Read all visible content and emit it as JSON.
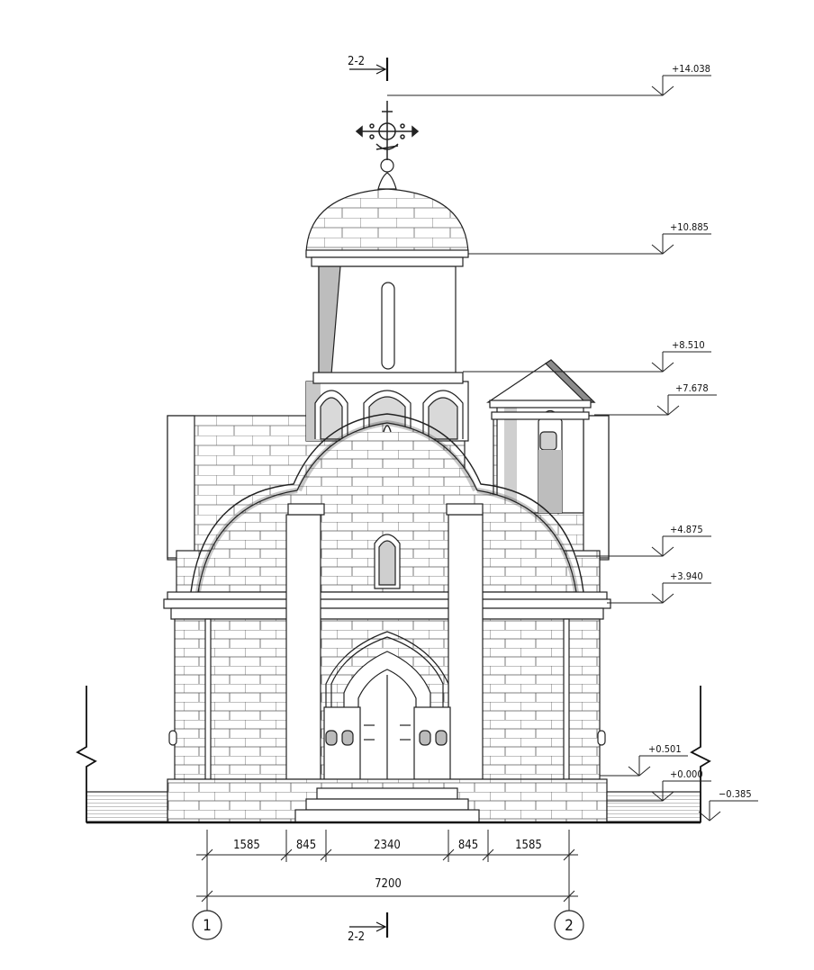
{
  "section_marks": {
    "top": "2-2",
    "bottom": "2-2"
  },
  "levels": [
    "+14.038",
    "+10.885",
    "+8.510",
    "+7.678",
    "+4.875",
    "+3.940",
    "+0.501",
    "+0.000",
    "−0.385"
  ],
  "dimensions": {
    "segments": [
      "1585",
      "845",
      "2340",
      "845",
      "1585"
    ],
    "total": "7200"
  },
  "axes": [
    "1",
    "2"
  ]
}
